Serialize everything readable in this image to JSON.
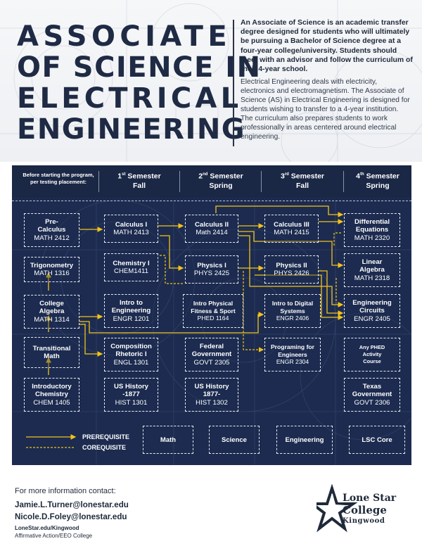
{
  "title": {
    "line1": "ASSOCIATE",
    "line2": "OF SCIENCE IN",
    "line3": "ELECTRICAL",
    "line4": "ENGINEERING"
  },
  "intro": {
    "bold": "An Associate of Science is an academic transfer degree designed for students who will ultimately be pursuing a Bachelor of Science degree at a four-year college/university. Students should meet with an advisor and follow the curriculum of their  4-year school.",
    "body": "Electrical Engineering deals with electricity, electronics and electromagnetism. The Associate of Science (AS) in Electrical Engineering is designed for students wishing to transfer to a 4-year institution. The curriculum also prepares students to work professionally in areas centered around electrical engineering."
  },
  "semesters": {
    "before": "Before starting the program, per testing placement:",
    "s1": {
      "num": "1",
      "sup": "st",
      "word": " Semester",
      "term": "Fall"
    },
    "s2": {
      "num": "2",
      "sup": "nd",
      "word": " Semester",
      "term": "Spring"
    },
    "s3": {
      "num": "3",
      "sup": "rd",
      "word": " Semester",
      "term": "Fall"
    },
    "s4": {
      "num": "4",
      "sup": "th",
      "word": " Semester",
      "term": "Spring"
    }
  },
  "courses": {
    "precalc": {
      "name": "Pre-\nCalculus",
      "code": "MATH 2412"
    },
    "trig": {
      "name": "Trigonometry",
      "code": "MATH 1316"
    },
    "colalg": {
      "name": "College\nAlgebra",
      "code": "MATH 1314"
    },
    "transmath": {
      "name": "Transitional\nMath",
      "code": ""
    },
    "introchem": {
      "name": "Introductory\nChemistry",
      "code": "CHEM 1405"
    },
    "calc1": {
      "name": "Calculus I",
      "code": "MATH 2413"
    },
    "chem1": {
      "name": "Chemistry I",
      "code": "CHEM1411"
    },
    "introeng": {
      "name": "Intro to\nEngineering",
      "code": "ENGR 1201"
    },
    "comp1": {
      "name": "Composition\nRhetoric I",
      "code": "ENGL 1301"
    },
    "ushist1": {
      "name": "US History\n-1877",
      "code": "HIST 1301"
    },
    "calc2": {
      "name": "Calculus II",
      "code": "Math 2414"
    },
    "phys1": {
      "name": "Physics I",
      "code": "PHYS 2425"
    },
    "fitness": {
      "name": "Intro Physical\nFitness & Sport",
      "code": "PHED 1164"
    },
    "fedgov": {
      "name": "Federal\nGovernment",
      "code": "GOVT 2305"
    },
    "ushist2": {
      "name": "US History\n1877-",
      "code": "HIST 1302"
    },
    "calc3": {
      "name": "Calculus III",
      "code": "MATH 2415"
    },
    "phys2": {
      "name": "Physics II",
      "code": "PHYS 2426"
    },
    "digsys": {
      "name": "Intro to Digital\nSystems",
      "code": "ENGR 2406"
    },
    "progeng": {
      "name": "Programing for\nEngineers",
      "code": "ENGR 2304"
    },
    "diffeq": {
      "name": "Differential\nEquations",
      "code": "MATH 2320"
    },
    "linalg": {
      "name": "Linear\nAlgebra",
      "code": "MATH 2318"
    },
    "engcirc": {
      "name": "Engineering\nCircuits",
      "code": "ENGR 2405"
    },
    "phed": {
      "name": "Any PHED\nActivity\nCourse",
      "code": ""
    },
    "texgov": {
      "name": "Texas\nGovernment",
      "code": "GOVT 2306"
    }
  },
  "legend": {
    "prereq": "PREREQUISITE",
    "coreq": "COREQUISITE",
    "math": "Math",
    "science": "Science",
    "engineering": "Engineering",
    "core": "LSC Core"
  },
  "colors": {
    "panel": "#1c2b4f",
    "arrow": "#f2c21b",
    "text": "#1f2a3a"
  },
  "footer": {
    "contact": "For more information contact:",
    "email1": "Jamie.L.Turner@lonestar.edu",
    "email2": "Nicole.D.Foley@lonestar.edu",
    "site": "LoneStar.edu/Kingwood",
    "eeo": "Affirmative Action/EEO College"
  },
  "logo": {
    "line1": "Lone Star",
    "line2": "College",
    "line3": "Kingwood",
    "icon": "star-icon"
  }
}
